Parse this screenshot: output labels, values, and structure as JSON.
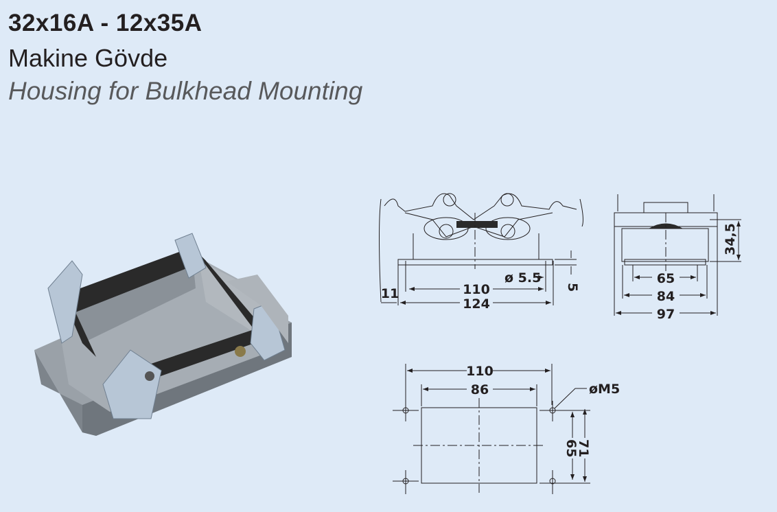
{
  "header": {
    "title": "32x16A - 12x35A",
    "subtitle_tr": "Makine Gövde",
    "subtitle_en": "Housing for Bulkhead Mounting"
  },
  "front_view": {
    "d_hole": "ø 5.5",
    "w110": "110",
    "w124": "124",
    "w11": "11",
    "h5": "5"
  },
  "side_view": {
    "w65": "65",
    "w84": "84",
    "w97": "97",
    "h34": "34,5"
  },
  "cutout_view": {
    "w110": "110",
    "w86": "86",
    "h65": "65",
    "h71": "71",
    "thread": "øM5"
  },
  "colors": {
    "background": "#deeaf7",
    "metal": "#8e969e",
    "gasket": "#2a2a2a",
    "latch": "#b7c6d6"
  }
}
